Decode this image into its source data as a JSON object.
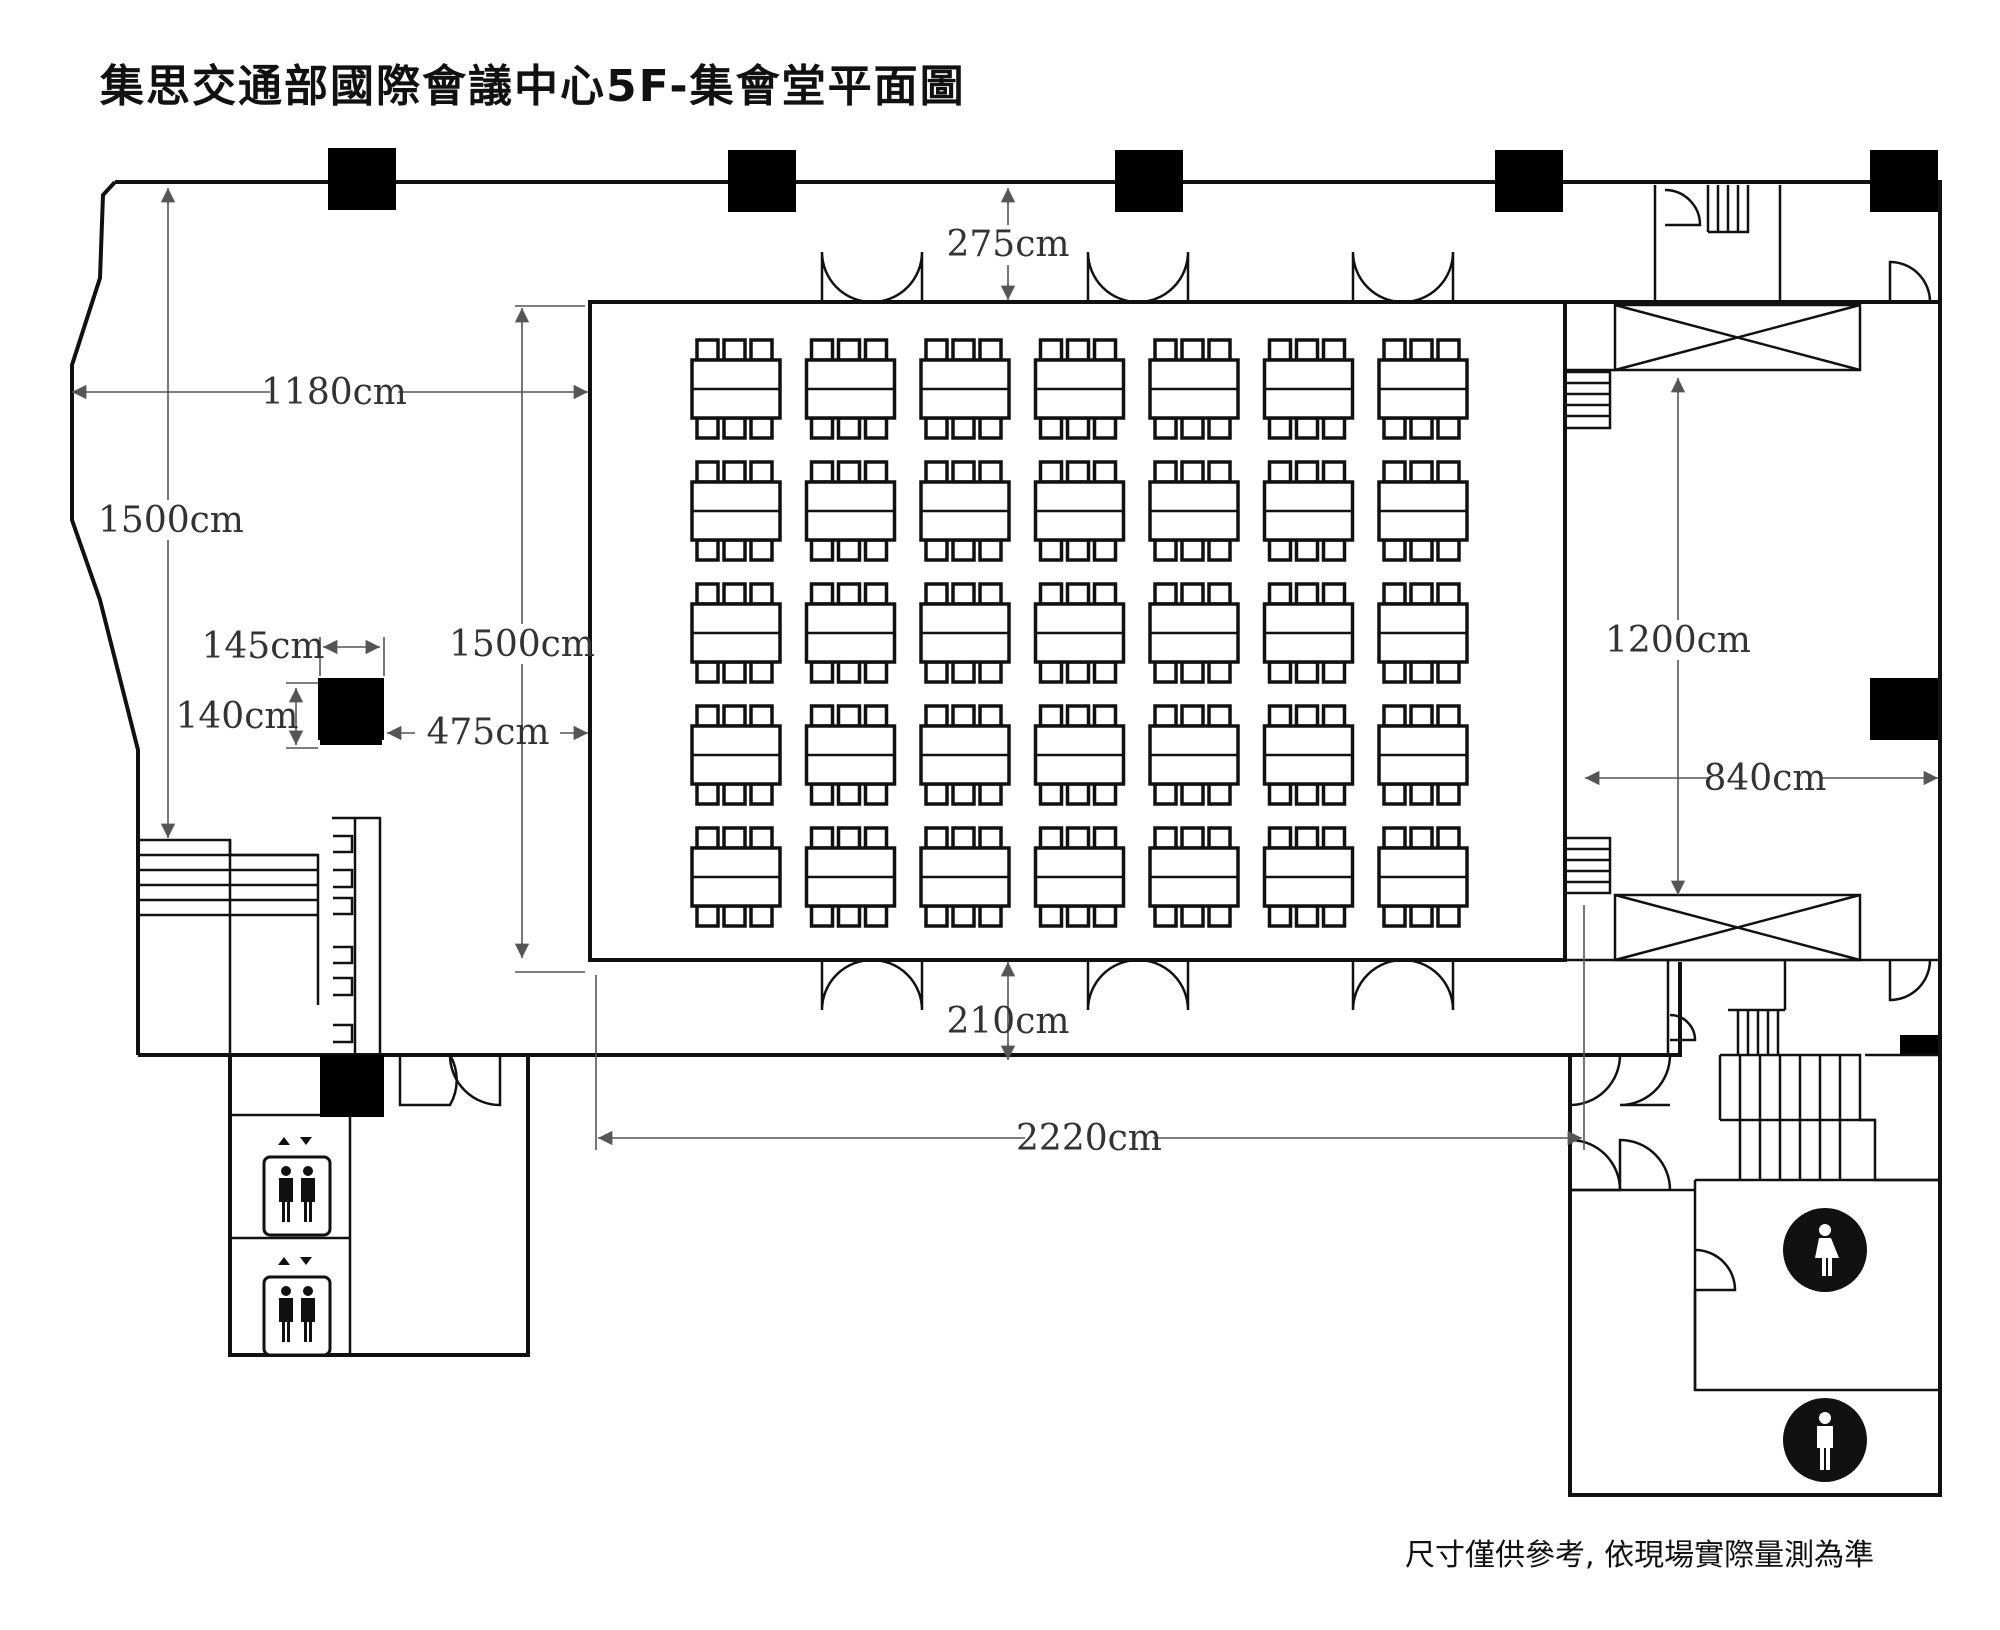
{
  "title": "集思交通部國際會議中心5F-集會堂平面圖",
  "footnote": "尺寸僅供參考, 依現場實際量測為準",
  "dimensions": {
    "d275": "275cm",
    "d1180": "1180cm",
    "d1500_left": "1500cm",
    "d1500_hall": "1500cm",
    "d145": "145cm",
    "d140": "140cm",
    "d475": "475cm",
    "d1200": "1200cm",
    "d840": "840cm",
    "d210": "210cm",
    "d2220": "2220cm"
  },
  "seating": {
    "rows": 5,
    "columns": 7
  },
  "icons": [
    "elevator-icon",
    "elevator-icon",
    "womens-restroom-icon",
    "mens-restroom-icon"
  ]
}
